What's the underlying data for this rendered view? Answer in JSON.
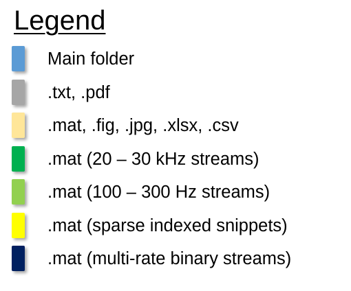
{
  "legend": {
    "title": "Legend",
    "items": [
      {
        "label": "Main folder",
        "color": "#5b9bd5"
      },
      {
        "label": ".txt, .pdf",
        "color": "#a6a6a6"
      },
      {
        "label": ".mat, .fig, .jpg, .xlsx, .csv",
        "color": "#ffe699"
      },
      {
        "label": ".mat (20 – 30 kHz streams)",
        "color": "#00b050"
      },
      {
        "label": ".mat (100 – 300 Hz streams)",
        "color": "#92d050"
      },
      {
        "label": ".mat (sparse indexed snippets)",
        "color": "#ffff00"
      },
      {
        "label": ".mat (multi-rate binary streams)",
        "color": "#002060"
      }
    ]
  }
}
